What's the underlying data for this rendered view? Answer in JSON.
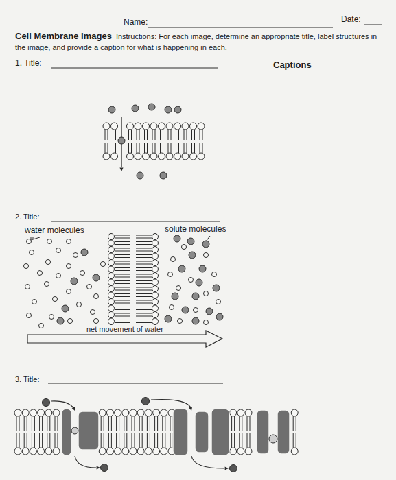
{
  "diagram": {
    "title": "Cell Membrane Images",
    "labels": [
      "Name:",
      "Date:",
      "Instructions: For each image, determine an appropriate title, label structures in the image, and provide a caption for what is happening in each.",
      "1. Title:",
      "Captions",
      "2. Title:",
      "water molecules",
      "solute molecules",
      "net movement of water",
      "3. Title:"
    ]
  }
}
